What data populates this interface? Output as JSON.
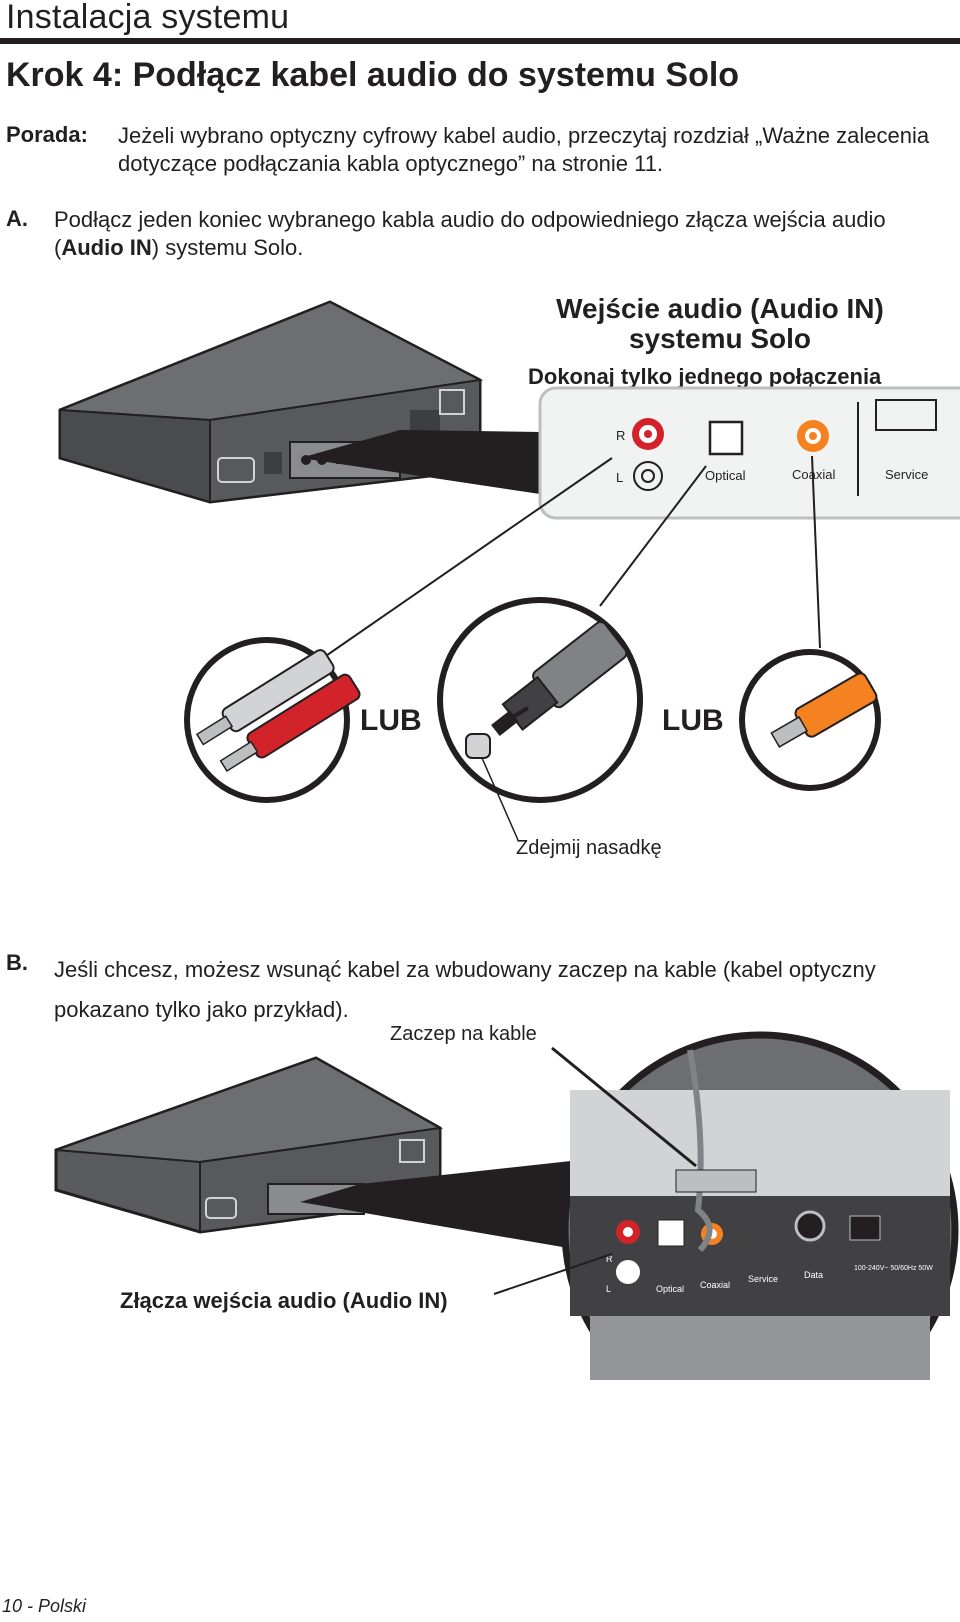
{
  "header": {
    "section_title": "Instalacja systemu",
    "step_title": "Krok 4: Podłącz kabel audio do systemu Solo"
  },
  "tip": {
    "label": "Porada:",
    "text": "Jeżeli wybrano optyczny cyfrowy kabel audio, przeczytaj rozdział „Ważne zalecenia dotyczące podłączania kabla optycznego” na stronie 11."
  },
  "step_a": {
    "label": "A.",
    "text_before": "Podłącz jeden koniec wybranego kabla audio do odpowiedniego złącza wejścia audio (",
    "text_bold": "Audio IN",
    "text_after": ") systemu Solo."
  },
  "figure_1": {
    "callout_title_line1": "Wejście audio (Audio IN)",
    "callout_title_line2": "systemu Solo",
    "callout_subtitle": "Dokonaj tylko jednego połączenia",
    "port_r": "R",
    "port_l": "L",
    "port_optical": "Optical",
    "port_coaxial": "Coaxial",
    "port_service": "Service",
    "or_1": "LUB",
    "or_2": "LUB",
    "remove_cap": "Zdejmij nasadkę"
  },
  "step_b": {
    "label": "B.",
    "text": "Jeśli chcesz, możesz wsunąć kabel za wbudowany zaczep na kable (kabel optyczny pokazano tylko jako przykład)."
  },
  "figure_2": {
    "cable_clip": "Zaczep na kable",
    "audio_in_connectors": "Złącza wejścia audio (Audio IN)",
    "port_r": "R",
    "port_l": "L",
    "port_optical": "Optical",
    "port_coaxial": "Coaxial",
    "port_service": "Service",
    "port_data": "Data",
    "power_rating": "100-240V~ 50/60Hz 50W"
  },
  "footer": {
    "page_label": "10 - Polski"
  },
  "colors": {
    "text": "#231f20",
    "red_jack": "#d2232a",
    "orange_jack": "#f58220",
    "device_gray": "#5a5b5d"
  }
}
